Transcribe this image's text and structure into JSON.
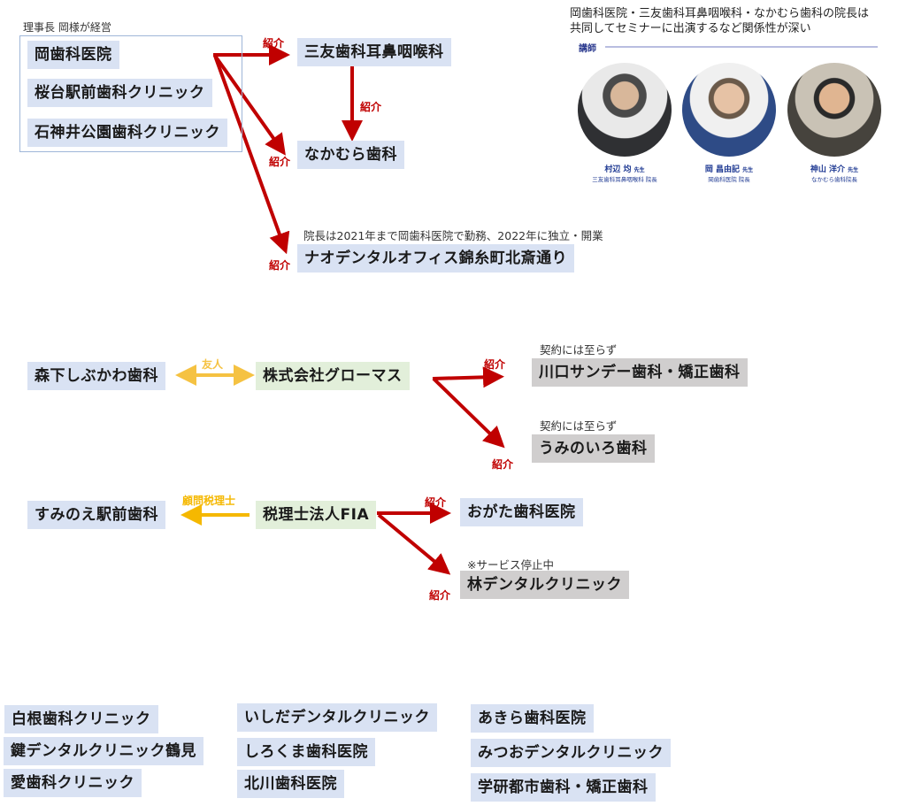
{
  "colors": {
    "referral_arrow": "#c00000",
    "relation_arrow": "#f5c242",
    "advisor_arrow": "#f5b800",
    "clinic_fill": "#d9e2f3",
    "company_fill": "#e2efda",
    "inactive_fill": "#d0cece"
  },
  "section1": {
    "group_caption": "理事長 岡様が経営",
    "group_members": [
      "岡歯科医院",
      "桜台駅前歯科クリニック",
      "石神井公園歯科クリニック"
    ],
    "sanyu": "三友歯科耳鼻咽喉科",
    "nakamura": "なかむら歯科",
    "nao_note": "院長は2021年まで岡歯科医院で勤務、2022年に独立・開業",
    "nao": "ナオデンタルオフィス錦糸町北斎通り",
    "referral_label": "紹介"
  },
  "seminar": {
    "note_line1": "岡歯科医院・三友歯科耳鼻咽喉科・なかむら歯科の院長は",
    "note_line2": "共同してセミナーに出演するなど関係性が深い",
    "lecturer_heading": "講師",
    "lecturers": [
      {
        "name": "村辺 均",
        "suffix": "先生",
        "role": "三友歯科耳鼻咽喉科 院長"
      },
      {
        "name": "岡 昌由記",
        "suffix": "先生",
        "role": "岡歯科医院 院長"
      },
      {
        "name": "神山 洋介",
        "suffix": "先生",
        "role": "なかむら歯科院長"
      }
    ]
  },
  "section2": {
    "morishita": "森下しぶかわ歯科",
    "friend_label": "友人",
    "glowmas": "株式会社グローマス",
    "kawaguchi_note": "契約には至らず",
    "kawaguchi": "川口サンデー歯科・矯正歯科",
    "umi_note": "契約には至らず",
    "umi": "うみのいろ歯科",
    "referral_label": "紹介"
  },
  "section3": {
    "sumino": "すみのえ駅前歯科",
    "advisor_label": "顧問税理士",
    "fia": "税理士法人FIA",
    "ogata": "おがた歯科医院",
    "hayashi_note": "※サービス停止中",
    "hayashi": "林デンタルクリニック",
    "referral_label": "紹介"
  },
  "independent_clinics": {
    "col1": [
      "白根歯科クリニック",
      "鍵デンタルクリニック鶴見",
      "愛歯科クリニック"
    ],
    "col2": [
      "いしだデンタルクリニック",
      "しろくま歯科医院",
      "北川歯科医院"
    ],
    "col3": [
      "あきら歯科医院",
      "みつおデンタルクリニック",
      "学研都市歯科・矯正歯科"
    ]
  }
}
